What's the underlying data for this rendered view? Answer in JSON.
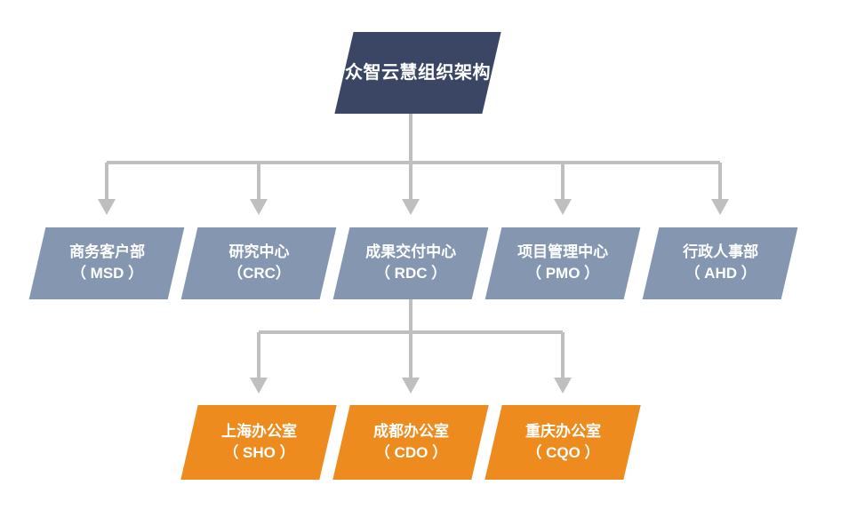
{
  "diagram": {
    "title": "众智云慧组织架构",
    "colors": {
      "root_fill": "#3a4664",
      "department_fill": "#8496b0",
      "office_fill": "#ee8b1e",
      "connector": "#bfbfbf",
      "text": "#ffffff",
      "background": "#ffffff"
    },
    "root": {
      "name": "众智云慧组织架构",
      "line1": "众智云慧组织架构",
      "line2": ""
    },
    "departments": [
      {
        "line1": "商务客户部",
        "line2": "（ MSD ）",
        "code": "MSD"
      },
      {
        "line1": "研究中心",
        "line2": "（CRC）",
        "code": "CRC"
      },
      {
        "line1": "成果交付中心",
        "line2": "（ RDC ）",
        "code": "RDC"
      },
      {
        "line1": "项目管理中心",
        "line2": "（ PMO ）",
        "code": "PMO"
      },
      {
        "line1": "行政人事部",
        "line2": "（ AHD ）",
        "code": "AHD"
      }
    ],
    "offices": [
      {
        "line1": "上海办公室",
        "line2": "（ SHO ）",
        "code": "SHO"
      },
      {
        "line1": "成都办公室",
        "line2": "（ CDO ）",
        "code": "CDO"
      },
      {
        "line1": "重庆办公室",
        "line2": "（ CQO ）",
        "code": "CQO"
      }
    ]
  }
}
